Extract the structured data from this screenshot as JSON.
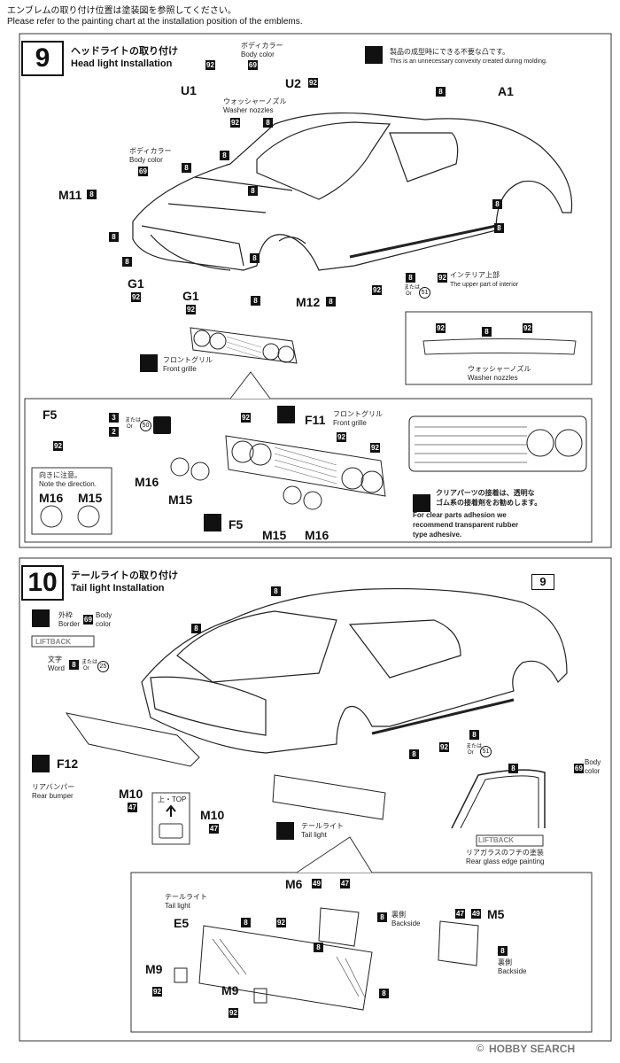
{
  "header": {
    "line1": "エンブレムの取り付け位置は塗装図を参照してください。",
    "line2": "Please refer to the painting chart at the installation position of the emblems."
  },
  "step9": {
    "number": "9",
    "title_jp": "ヘッドライトの取り付け",
    "title_en": "Head light Installation",
    "body_color_jp": "ボディカラー",
    "body_color_en": "Body color",
    "body_color_jp2": "ボディカラー",
    "body_color_en2": "Body color",
    "washer_jp": "ウォッシャーノズル",
    "washer_en": "Washer nozzles",
    "molding_jp": "製品の成型時にできる不要な凸です。",
    "molding_en": "This is an unnecessary convexity created during molding.",
    "interior_jp": "インテリア上部",
    "interior_en": "The upper part of interior",
    "or_jp": "または",
    "or_en": "Or",
    "front_grille_jp": "フロントグリル",
    "front_grille_en": "Front grille",
    "washer_box_jp": "ウォッシャーノズル",
    "washer_box_en": "Washer nozzles",
    "parts": {
      "U1": "U1",
      "U2": "U2",
      "A1": "A1",
      "M11": "M11",
      "G1a": "G1",
      "G1b": "G1",
      "M12": "M12"
    },
    "colors": {
      "c8": "8",
      "c92": "92",
      "c69": "69",
      "c51": "51"
    }
  },
  "detail9": {
    "F5": "F5",
    "c3": "3",
    "c2": "2",
    "c50": "50",
    "or_jp": "または",
    "or_en": "Or",
    "c92": "92",
    "F11": "F11",
    "front_grille_jp": "フロントグリル",
    "front_grille_en": "Front grille",
    "direction_jp": "向きに注意。",
    "direction_en": "Note the direction.",
    "M16": "M16",
    "M15": "M15",
    "M16b": "M16",
    "M15b": "M15",
    "M16c": "M16",
    "M15c": "M15",
    "F5b": "F5",
    "clear_jp1": "クリアパーツの接着は、透明な",
    "clear_jp2": "ゴム系の接着剤をお勧めします。",
    "clear_en1": "For clear parts adhesion we",
    "clear_en2": "recommend transparent rubber",
    "clear_en3": "type adhesive."
  },
  "step10": {
    "number": "10",
    "title_jp": "テールライトの取り付け",
    "title_en": "Tail light Installation",
    "ref9": "9",
    "border_jp": "外枠",
    "border_en": "Border",
    "body_color_en": "Body",
    "body_color_en2": "color",
    "liftback": "LIFTBACK",
    "word_jp": "文字",
    "word_en": "Word",
    "or_jp": "または",
    "or_en": "Or",
    "c25": "25",
    "c69": "69",
    "c8": "8",
    "c92": "92",
    "c51": "51",
    "c47": "47",
    "F12": "F12",
    "rear_bumper_jp": "リアバンパー",
    "rear_bumper_en": "Rear bumper",
    "M10": "M10",
    "M10b": "M10",
    "top_jp": "上・TOP",
    "tail_light_jp": "テールライト",
    "tail_light_en": "Tail light",
    "rear_glass_jp": "リアガラスのフチの塗装",
    "rear_glass_en": "Rear glass edge painting",
    "body_en": "Body",
    "color_en": "color",
    "liftback2": "LIFTBACK"
  },
  "detail10": {
    "tail_jp": "テールライト",
    "tail_en": "Tail light",
    "E5": "E5",
    "M6": "M6",
    "M5": "M5",
    "M9": "M9",
    "M9b": "M9",
    "c49": "49",
    "c47": "47",
    "c8": "8",
    "c92": "92",
    "backside_jp": "裏側",
    "backside_en": "Backside"
  },
  "footer": {
    "copyright": "©",
    "brand": "HOBBY SEARCH"
  }
}
